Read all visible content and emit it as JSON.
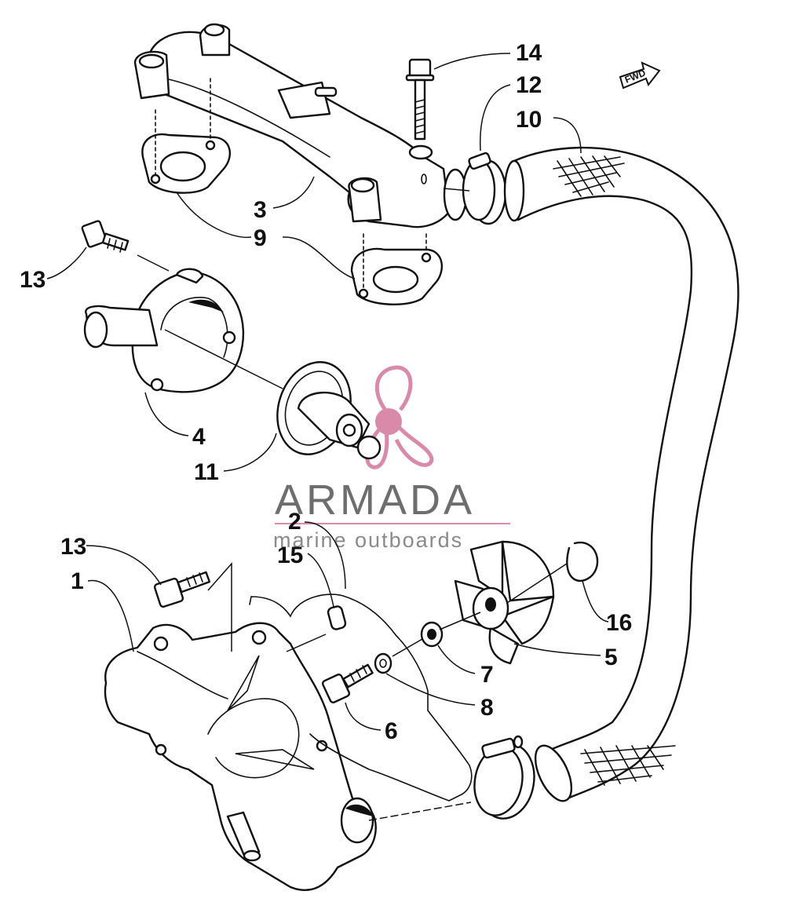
{
  "watermark": {
    "brand": "ARMADA",
    "tagline": "marine outboards",
    "accent_color": "#d98aa8"
  },
  "direction_badge": "FWD",
  "callouts": [
    {
      "id": "c14",
      "label": "14"
    },
    {
      "id": "c12",
      "label": "12"
    },
    {
      "id": "c10",
      "label": "10"
    },
    {
      "id": "c3",
      "label": "3"
    },
    {
      "id": "c9",
      "label": "9"
    },
    {
      "id": "c13a",
      "label": "13"
    },
    {
      "id": "c4",
      "label": "4"
    },
    {
      "id": "c11",
      "label": "11"
    },
    {
      "id": "c2",
      "label": "2"
    },
    {
      "id": "c15",
      "label": "15"
    },
    {
      "id": "c13b",
      "label": "13"
    },
    {
      "id": "c1",
      "label": "1"
    },
    {
      "id": "c16",
      "label": "16"
    },
    {
      "id": "c5",
      "label": "5"
    },
    {
      "id": "c7",
      "label": "7"
    },
    {
      "id": "c8",
      "label": "8"
    },
    {
      "id": "c6",
      "label": "6"
    }
  ]
}
